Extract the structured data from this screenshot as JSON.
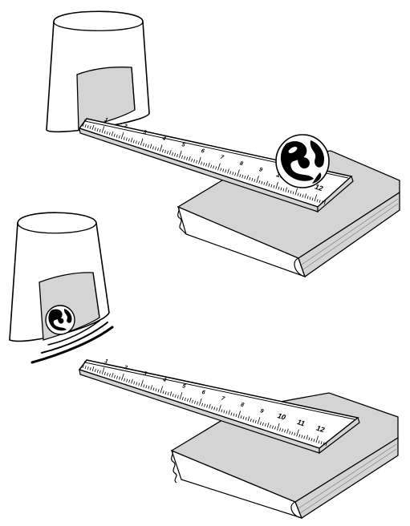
{
  "colors": {
    "outline": "#000000",
    "paper": "#ffffff",
    "shade": "#d4d4d4",
    "ruler": "#ffffff",
    "marble_dark": "#000000"
  },
  "ruler": {
    "numbers": [
      "1",
      "2",
      "3",
      "4",
      "5",
      "6",
      "7",
      "8",
      "9",
      "10",
      "11",
      "12"
    ]
  },
  "scenes": [
    {
      "marble_location": "on-ruler",
      "cup_state": "upright"
    },
    {
      "marble_location": "in-cup",
      "cup_state": "moving"
    }
  ],
  "icons": {
    "cup": "cup-icon",
    "marble": "marble-icon",
    "book": "book-icon",
    "ruler": "ruler-icon",
    "motion": "motion-lines-icon"
  }
}
